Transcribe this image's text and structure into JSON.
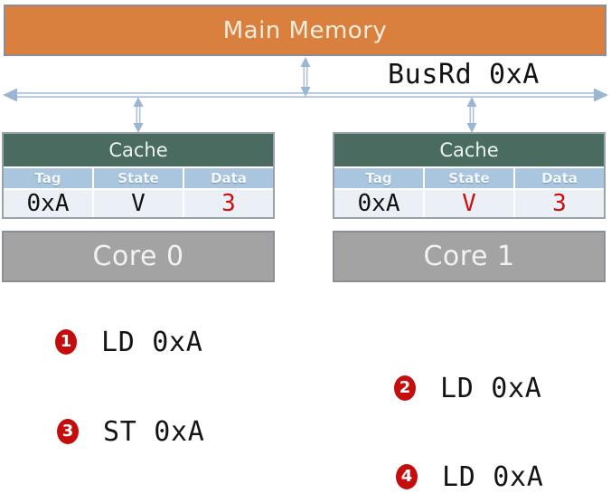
{
  "colors": {
    "memory_fill": "#D9803F",
    "memory_text": "#F8EDDB",
    "cache_header_fill": "#4A6B60",
    "column_header_fill": "#A9C6DE",
    "data_row_fill": "#EAF0F5",
    "core_fill": "#A3A3A3",
    "accent_red": "#CC0F0F",
    "badge_red": "#C40D0D",
    "connector_blue": "#AFC4D8"
  },
  "memory": {
    "label": "Main Memory"
  },
  "bus": {
    "label": "BusRd 0xA"
  },
  "caches": [
    {
      "title": "Cache",
      "columns": [
        "Tag",
        "State",
        "Data"
      ],
      "row": {
        "tag": "0xA",
        "state": "V",
        "data": "3"
      }
    },
    {
      "title": "Cache",
      "columns": [
        "Tag",
        "State",
        "Data"
      ],
      "row": {
        "tag": "0xA",
        "state": "V",
        "data": "3"
      }
    }
  ],
  "cores": [
    {
      "label": "Core 0"
    },
    {
      "label": "Core 1"
    }
  ],
  "operations": [
    {
      "num": "1",
      "text": "LD 0xA"
    },
    {
      "num": "2",
      "text": "LD 0xA"
    },
    {
      "num": "3",
      "text": "ST 0xA"
    },
    {
      "num": "4",
      "text": "LD 0xA"
    }
  ]
}
